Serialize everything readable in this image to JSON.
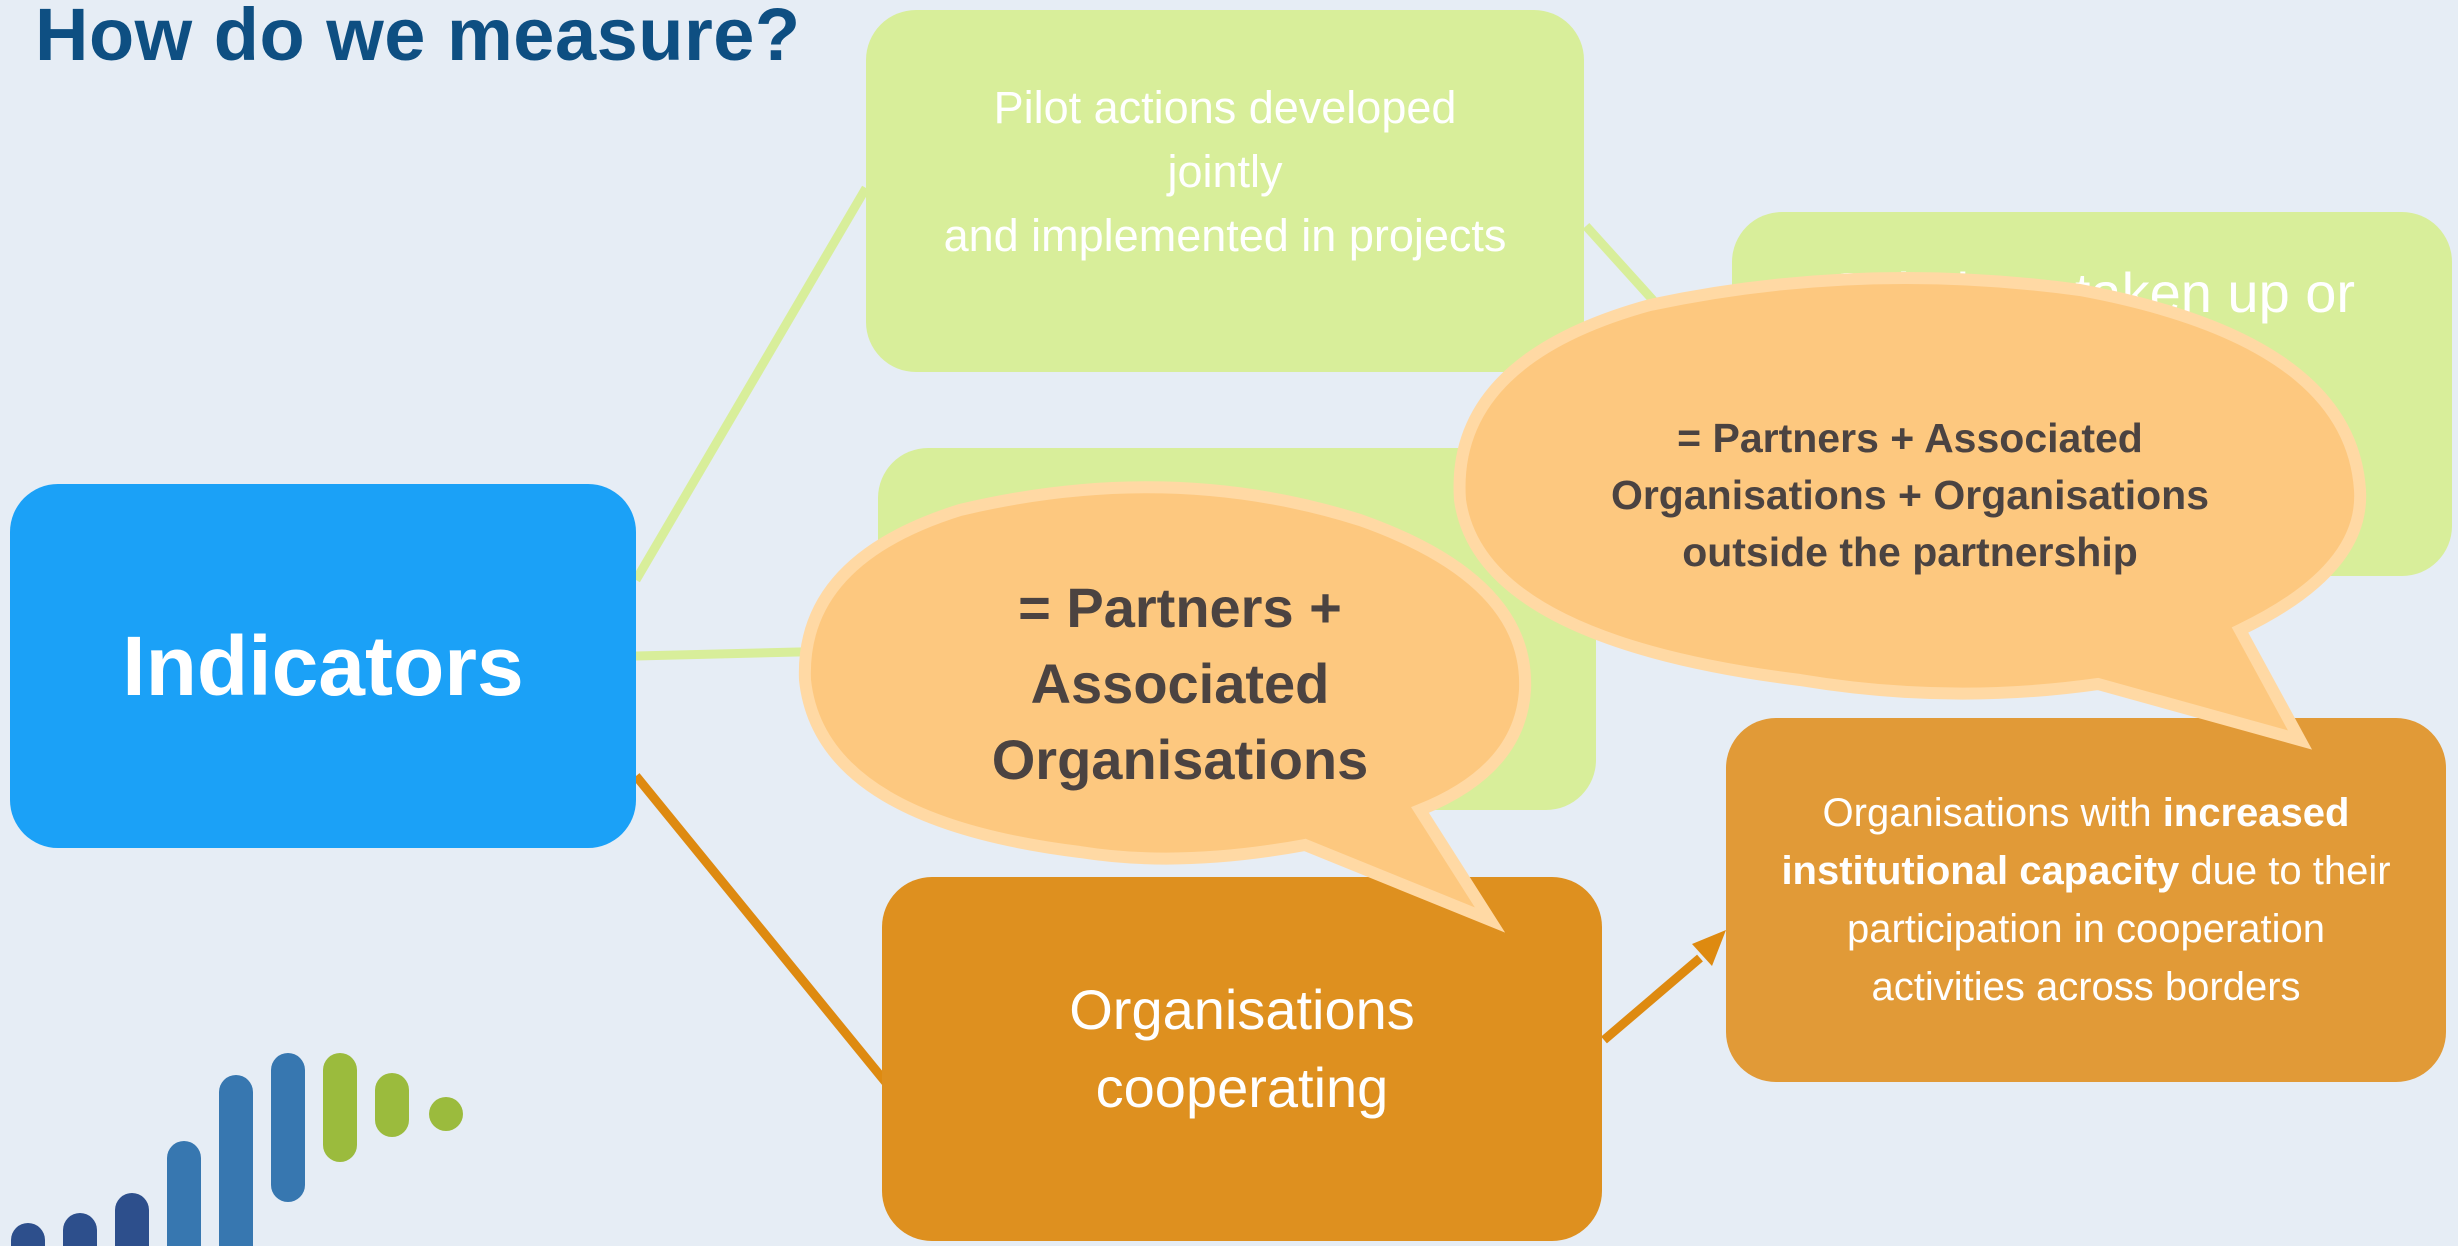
{
  "title": "How do we measure?",
  "indicators": "Indicators",
  "pilot_actions": [
    "Pilot actions developed",
    "jointly",
    "and implemented in projects"
  ],
  "solutions": "Solutions taken up or",
  "cooperating": [
    "Organisations",
    "cooperating"
  ],
  "capacity": {
    "pre": "Organisations with ",
    "bold": "increased institutional capacity",
    "post": " due to their participation in cooperation activities across borders"
  },
  "bubble_partners": [
    "= Partners +",
    "Associated",
    "Organisations"
  ],
  "bubble_all": [
    "= Partners + Associated",
    "Organisations + Organisations",
    "outside the partnership"
  ],
  "colors": {
    "title": "#0e4f82",
    "indicators": "#1ba1f7",
    "green_box": "#d8ee9a",
    "orange_dark": "#de901f",
    "orange_light": "#e19a37",
    "bubble": "#fdc87f",
    "bubble_border": "#ffd9a4"
  },
  "logo_icon": "bar-logo-icon"
}
